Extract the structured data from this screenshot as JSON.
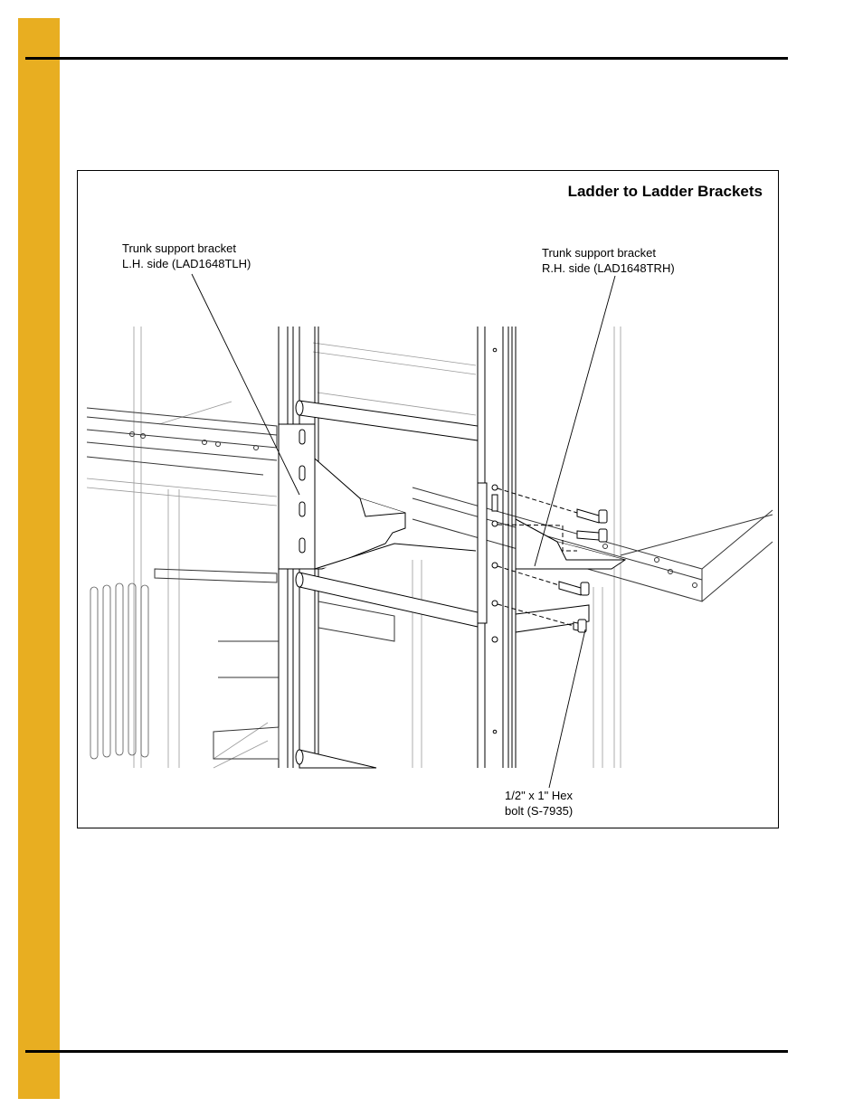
{
  "page": {
    "side_tab_color": "#E8AE21",
    "rule_color": "#000000"
  },
  "figure": {
    "title": "Ladder to Ladder Brackets",
    "callouts": {
      "lh_bracket": {
        "line1": "Trunk support bracket",
        "line2": "L.H. side (LAD1648TLH)"
      },
      "rh_bracket": {
        "line1": "Trunk support bracket",
        "line2": "R.H. side (LAD1648TRH)"
      },
      "hex_bolt": {
        "line1": "1/2\" x 1\" Hex",
        "line2": "bolt (S-7935)"
      }
    }
  }
}
